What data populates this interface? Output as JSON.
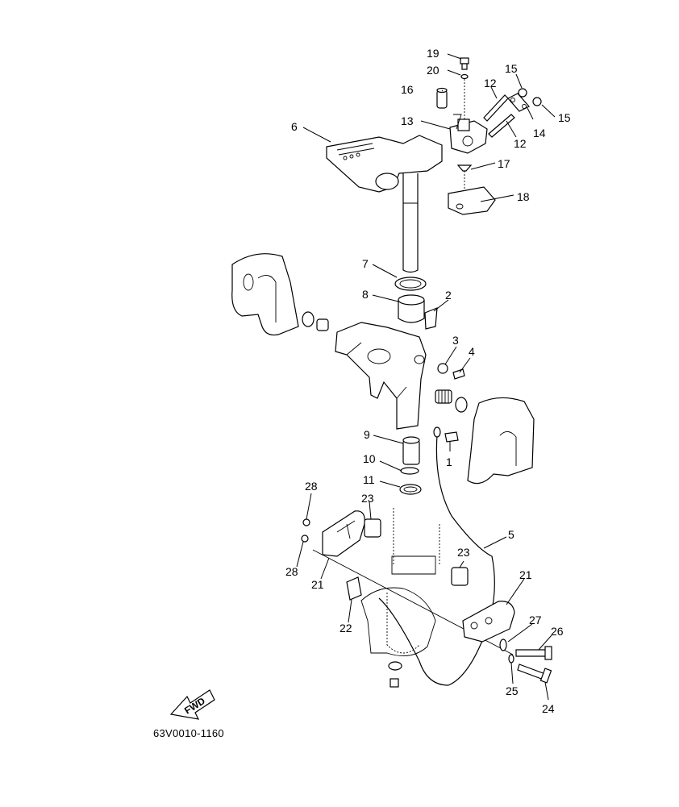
{
  "reference_code": "63V0010-1160",
  "fwd_label": "FWD",
  "callouts": [
    {
      "id": "c19",
      "text": "19"
    },
    {
      "id": "c20",
      "text": "20"
    },
    {
      "id": "c16",
      "text": "16"
    },
    {
      "id": "c12a",
      "text": "12"
    },
    {
      "id": "c15a",
      "text": "15"
    },
    {
      "id": "c15b",
      "text": "15"
    },
    {
      "id": "c14",
      "text": "14"
    },
    {
      "id": "c12b",
      "text": "12"
    },
    {
      "id": "c13",
      "text": "13"
    },
    {
      "id": "c6",
      "text": "6"
    },
    {
      "id": "c17",
      "text": "17"
    },
    {
      "id": "c18",
      "text": "18"
    },
    {
      "id": "c7",
      "text": "7"
    },
    {
      "id": "c8",
      "text": "8"
    },
    {
      "id": "c2",
      "text": "2"
    },
    {
      "id": "c3",
      "text": "3"
    },
    {
      "id": "c4",
      "text": "4"
    },
    {
      "id": "c9",
      "text": "9"
    },
    {
      "id": "c1",
      "text": "1"
    },
    {
      "id": "c10",
      "text": "10"
    },
    {
      "id": "c11",
      "text": "11"
    },
    {
      "id": "c5",
      "text": "5"
    },
    {
      "id": "c28a",
      "text": "28"
    },
    {
      "id": "c23a",
      "text": "23"
    },
    {
      "id": "c23b",
      "text": "23"
    },
    {
      "id": "c28b",
      "text": "28"
    },
    {
      "id": "c21a",
      "text": "21"
    },
    {
      "id": "c21b",
      "text": "21"
    },
    {
      "id": "c22",
      "text": "22"
    },
    {
      "id": "c27",
      "text": "27"
    },
    {
      "id": "c26",
      "text": "26"
    },
    {
      "id": "c25",
      "text": "25"
    },
    {
      "id": "c24",
      "text": "24"
    }
  ]
}
